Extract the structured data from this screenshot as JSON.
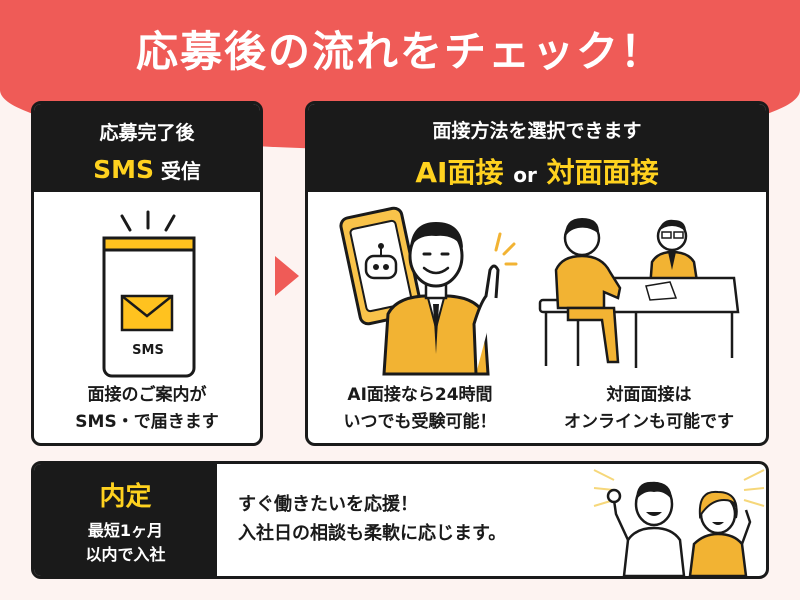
{
  "title": "応募後の流れをチェック！",
  "colors": {
    "accent": "#ef5b57",
    "dark": "#1a1a1a",
    "highlight": "#ffd21f"
  },
  "sms_step": {
    "line1": "応募完了後",
    "sms": "SMS",
    "receive": "受信",
    "phone_text": "SMS",
    "caption1": "面接のご案内が",
    "caption2": "SMS・で届きます"
  },
  "interview_step": {
    "line1": "面接方法を選択できます",
    "ai": "AI面接",
    "or": "or",
    "face": "対面面接",
    "ai_caption1": "AI面接なら24時間",
    "ai_caption2": "いつでも受験可能！",
    "face_caption1": "対面面接は",
    "face_caption2": "オンラインも可能です"
  },
  "offer": {
    "label": "内定",
    "line1": "最短1ヶ月",
    "line2": "以内で入社",
    "message1": "すぐ働きたいを応援！",
    "message2": "入社日の相談も柔軟に応じます。"
  }
}
